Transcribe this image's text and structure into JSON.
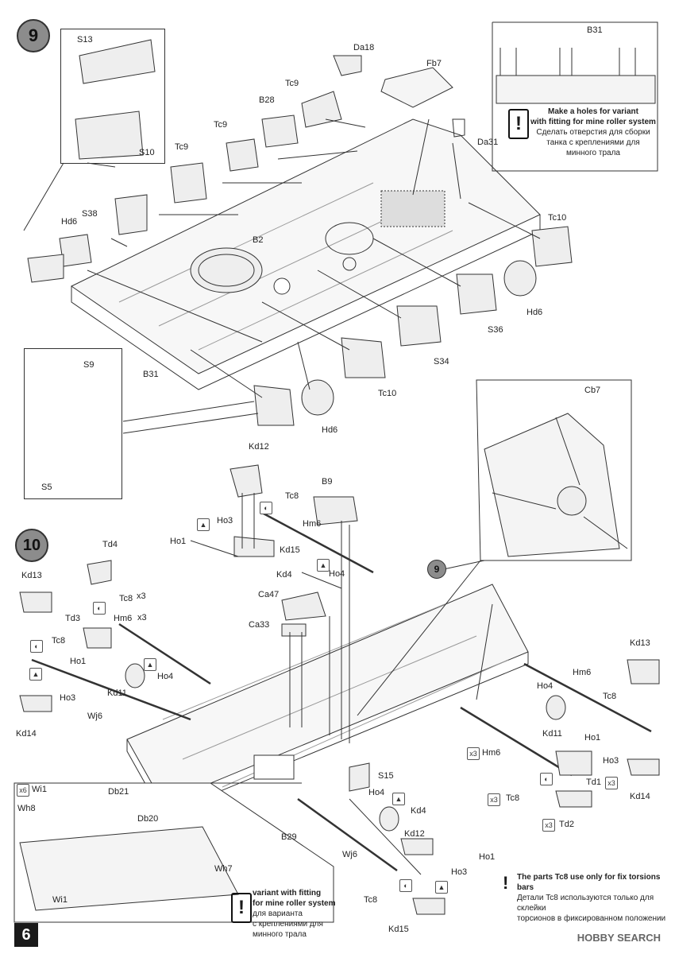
{
  "page": {
    "number": "6"
  },
  "step9": {
    "number": "9",
    "labels": [
      "S13",
      "S10",
      "Da18",
      "Fb7",
      "Tc9",
      "B28",
      "Tc9",
      "Tc9",
      "S38",
      "Hd6",
      "B2",
      "B31",
      "Da31",
      "Tc10",
      "Hd6",
      "S36",
      "S34",
      "Tc10",
      "Hd6",
      "S9",
      "S5",
      "B31"
    ],
    "note": {
      "title_en_1": "Make a holes for variant",
      "title_en_2": "with fitting for mine roller system",
      "ru_1": "Сделать отверстия  для сборки",
      "ru_2": "танка с креплениями для",
      "ru_3": "минного трала"
    }
  },
  "step10": {
    "number": "10",
    "ref_step": "9",
    "labels": [
      "Kd12",
      "Tc8",
      "B9",
      "Hm6",
      "Ho3",
      "Ho1",
      "Kd15",
      "Kd4",
      "Ho4",
      "Td4",
      "Kd13",
      "Tc8",
      "x3",
      "Td3",
      "Hm6",
      "x3",
      "Tc8",
      "Ca47",
      "Ca33",
      "Ho1",
      "Ho4",
      "Kd11",
      "Ho3",
      "Wj6",
      "Kd14",
      "Cb7",
      "Kd13",
      "Hm6",
      "Tc8",
      "Ho4",
      "Kd11",
      "Ho1",
      "Ho3",
      "Hm6",
      "x3",
      "Td1",
      "x3",
      "Kd14",
      "Tc8",
      "x3",
      "Td2",
      "x3",
      "S15",
      "Ho4",
      "Kd4",
      "B29",
      "Wj6",
      "Kd12",
      "Ho1",
      "Ho3",
      "Tc8",
      "Kd15",
      "Wi1",
      "Db21",
      "Wh8",
      "Db20",
      "Wh7",
      "Wi1",
      "x6"
    ],
    "variant_note": {
      "en_1": "variant  with fitting",
      "en_2": "for mine roller system",
      "ru_1": "для варианта",
      "ru_2": "с креплениями для",
      "ru_3": "минного трала"
    },
    "tc8_note": {
      "en": "The parts Tc8 use only for fix torsions bars",
      "ru_1": "Детали Tc8 используются только для склейки",
      "ru_2": "торсионов в фиксированном положении"
    }
  },
  "watermark": {
    "text": "HOBBY SEARCH"
  },
  "icons": {
    "warning": "exclamation-icon",
    "glue": "glue-icon",
    "symmetric": "mirror-icon"
  }
}
